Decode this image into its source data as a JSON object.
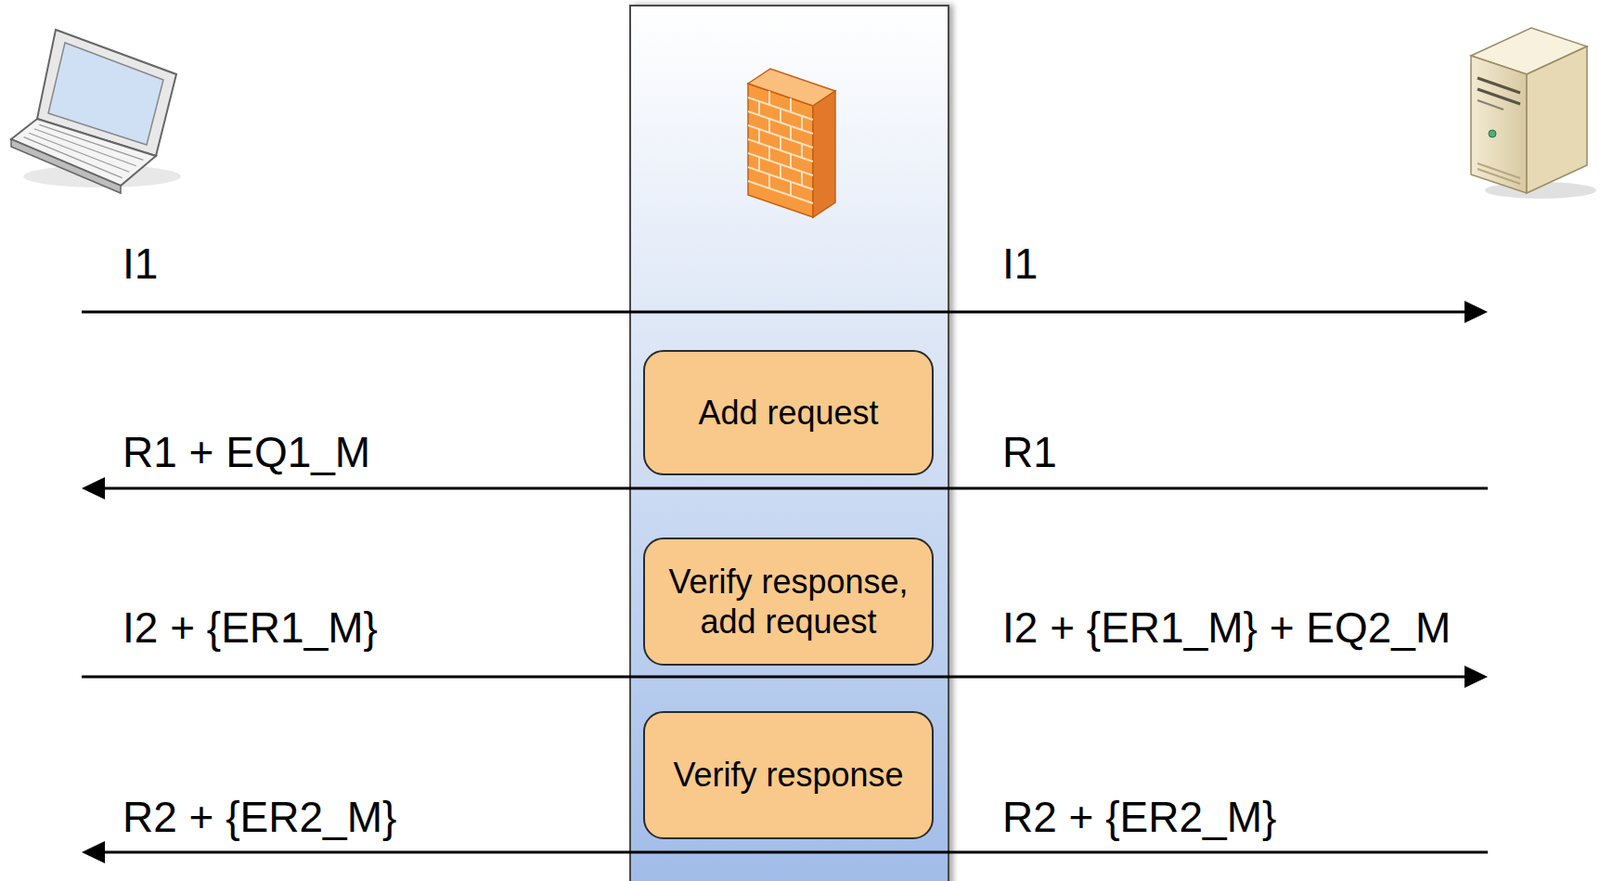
{
  "diagram": {
    "nodes": [
      {
        "text": [
          "Add request"
        ]
      },
      {
        "text": [
          "Verify response, add request"
        ]
      },
      {
        "text": [
          "Verify response"
        ]
      }
    ],
    "labels": [
      "I1",
      "I1",
      "R1 + EQ1_M",
      "R1",
      "I2 + {ER1_M}",
      "I2 + {ER1_M} + EQ2_M",
      "R2 + {ER2_M}",
      "R2 + {ER2_M}"
    ]
  }
}
